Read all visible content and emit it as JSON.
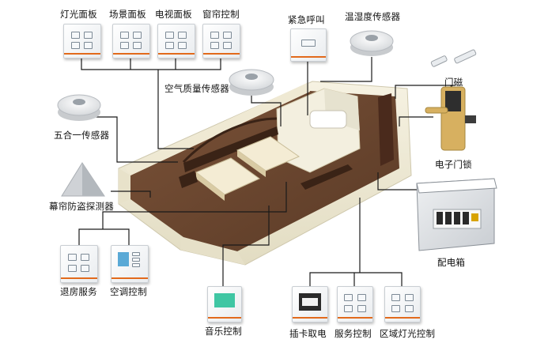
{
  "labels": {
    "light_panel": "灯光面板",
    "scene_panel": "场景面板",
    "tv_panel": "电视面板",
    "curtain_control": "窗帘控制",
    "emergency_call": "紧急呼叫",
    "temp_humidity_sensor": "温湿度传感器",
    "air_quality_sensor": "空气质量传感器",
    "door_magnet": "门磁",
    "five_in_one_sensor": "五合一传感器",
    "electronic_lock": "电子门锁",
    "curtain_detector": "幕帘防盗探测器",
    "distribution_box": "配电箱",
    "checkout_service": "退房服务",
    "ac_control": "空调控制",
    "music_control": "音乐控制",
    "card_power": "插卡取电",
    "service_control": "服务控制",
    "zone_light_control": "区域灯光控制"
  },
  "colors": {
    "line": "#1a1a1a",
    "panel_accent": "#e26a1c",
    "wall": "#f1ecd6",
    "floor": "#6e4a33"
  }
}
